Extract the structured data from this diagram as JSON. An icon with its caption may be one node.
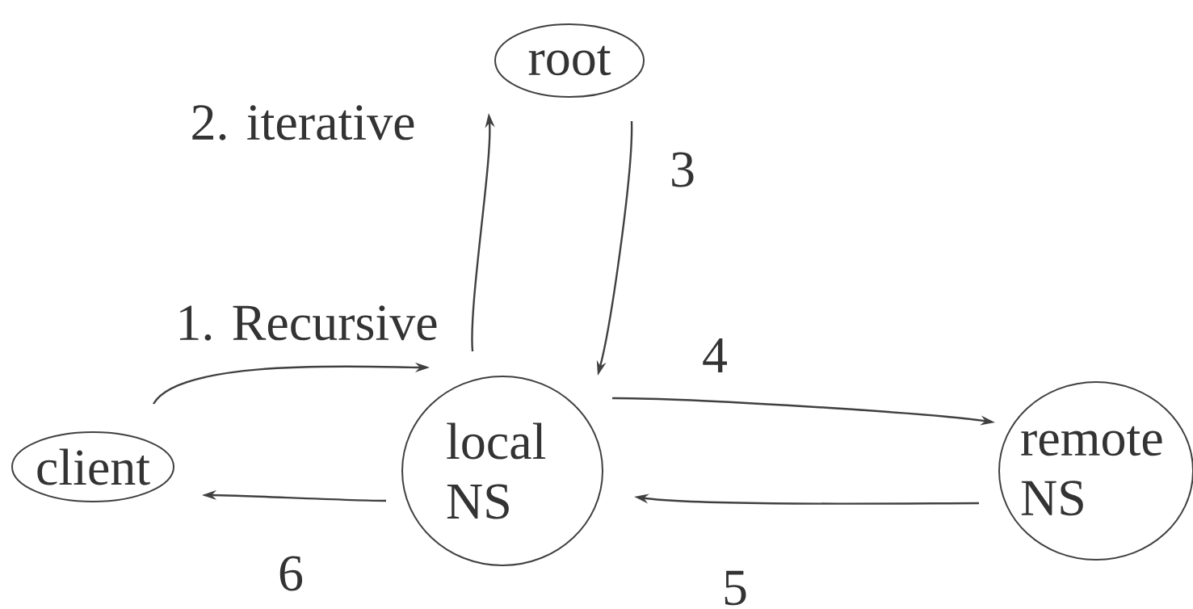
{
  "diagram": {
    "nodes": [
      {
        "text": [
          "root"
        ]
      },
      {
        "text": [
          "client"
        ]
      },
      {
        "text": [
          "local NS"
        ]
      },
      {
        "text": [
          "remote NS"
        ]
      }
    ],
    "edges": [
      {
        "from": 1,
        "to": 2,
        "arrow": "to",
        "label": "1. Recursive"
      },
      {
        "from": 2,
        "to": 0,
        "arrow": "to",
        "label": "2. iterative"
      },
      {
        "from": 0,
        "to": 2,
        "arrow": "to",
        "label": "3"
      },
      {
        "from": 2,
        "to": 3,
        "arrow": "to",
        "label": "4"
      },
      {
        "from": 3,
        "to": 2,
        "arrow": "to",
        "label": "5"
      },
      {
        "from": 2,
        "to": 1,
        "arrow": "to",
        "label": "6"
      }
    ]
  }
}
